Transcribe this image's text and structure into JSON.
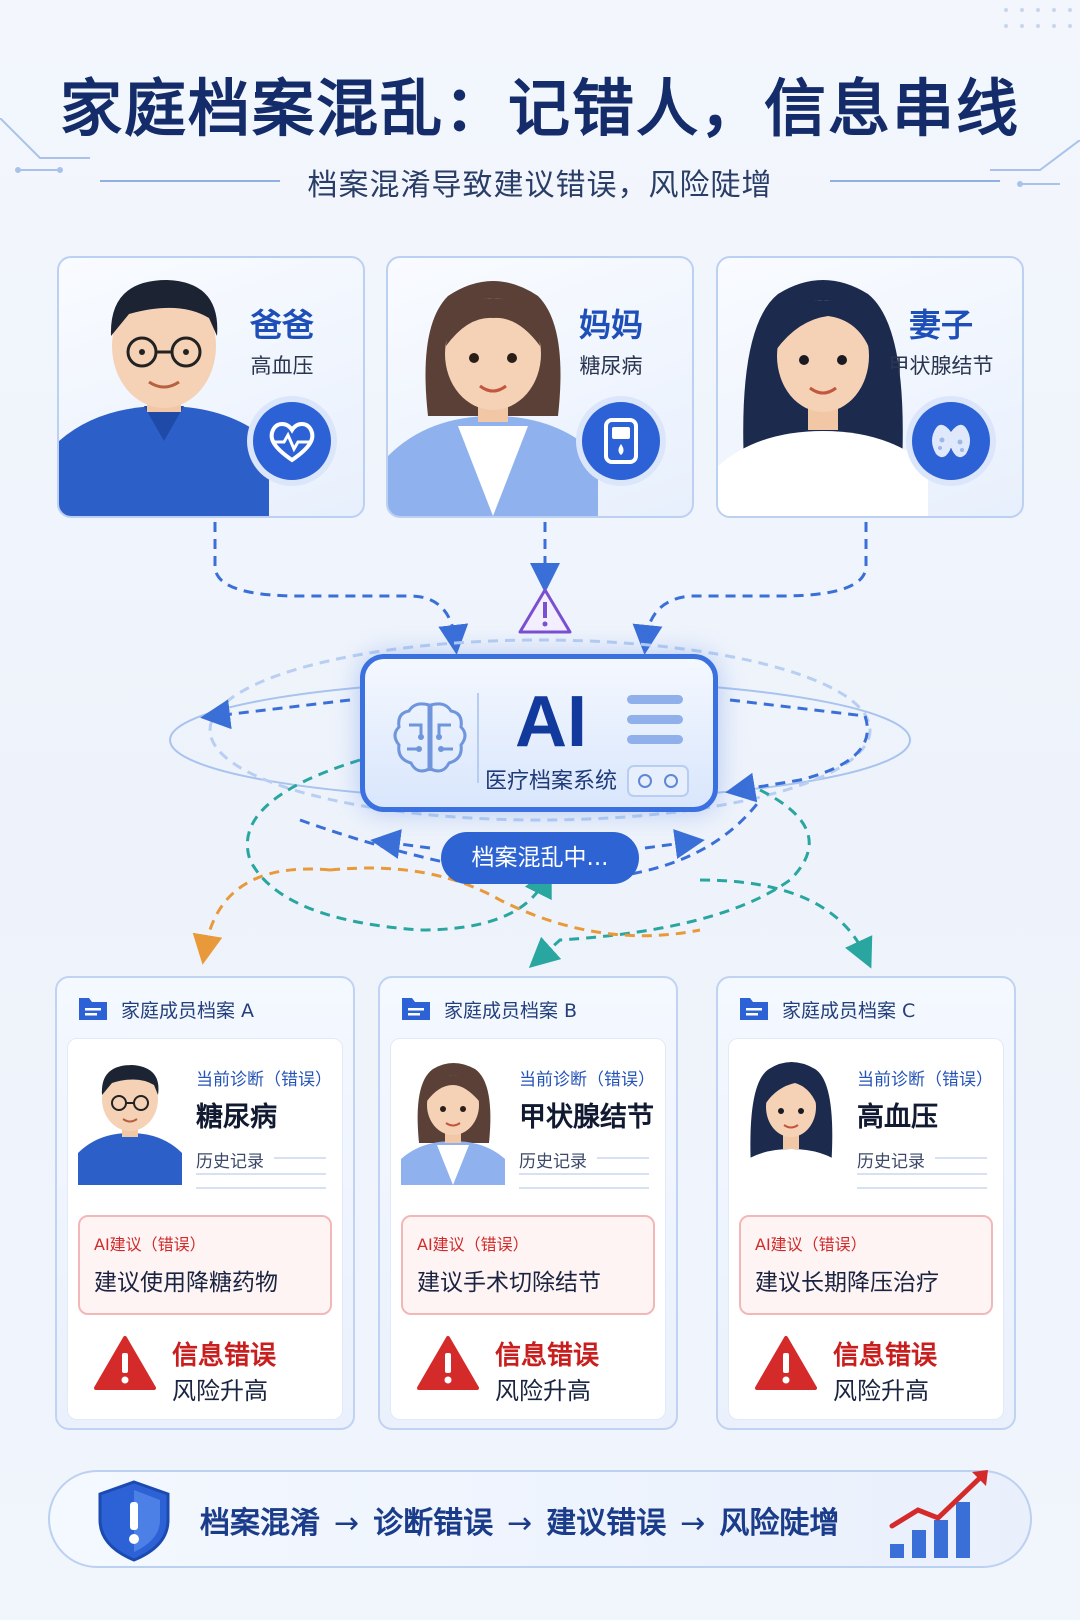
{
  "header": {
    "title": "家庭档案混乱：记错人，信息串线",
    "subtitle": "档案混淆导致建议错误，风险陡增"
  },
  "members": [
    {
      "name": "爸爸",
      "condition": "高血压",
      "icon": "heart-pulse-icon"
    },
    {
      "name": "妈妈",
      "condition": "糖尿病",
      "icon": "glucose-meter-icon"
    },
    {
      "name": "妻子",
      "condition": "甲状腺结节",
      "icon": "thyroid-icon"
    }
  ],
  "ai_system": {
    "label": "AI",
    "name": "医疗档案系统",
    "status": "档案混乱中..."
  },
  "records": [
    {
      "title": "家庭成员档案 A",
      "diagnosis_label": "当前诊断（错误）",
      "diagnosis": "糖尿病",
      "history_label": "历史记录",
      "advice_label": "AI建议（错误）",
      "advice": "建议使用降糖药物",
      "warning_title": "信息错误",
      "warning_sub": "风险升高"
    },
    {
      "title": "家庭成员档案 B",
      "diagnosis_label": "当前诊断（错误）",
      "diagnosis": "甲状腺结节",
      "history_label": "历史记录",
      "advice_label": "AI建议（错误）",
      "advice": "建议手术切除结节",
      "warning_title": "信息错误",
      "warning_sub": "风险升高"
    },
    {
      "title": "家庭成员档案 C",
      "diagnosis_label": "当前诊断（错误）",
      "diagnosis": "高血压",
      "history_label": "历史记录",
      "advice_label": "AI建议（错误）",
      "advice": "建议长期降压治疗",
      "warning_title": "信息错误",
      "warning_sub": "风险升高"
    }
  ],
  "flow": {
    "steps": [
      "档案混淆",
      "诊断错误",
      "建议错误",
      "风险陡增"
    ],
    "arrow": "→"
  },
  "colors": {
    "primary": "#2d62d6",
    "title": "#152c6b",
    "danger": "#c81e1e",
    "teal": "#2aa6a0",
    "orange": "#e89a3a"
  }
}
